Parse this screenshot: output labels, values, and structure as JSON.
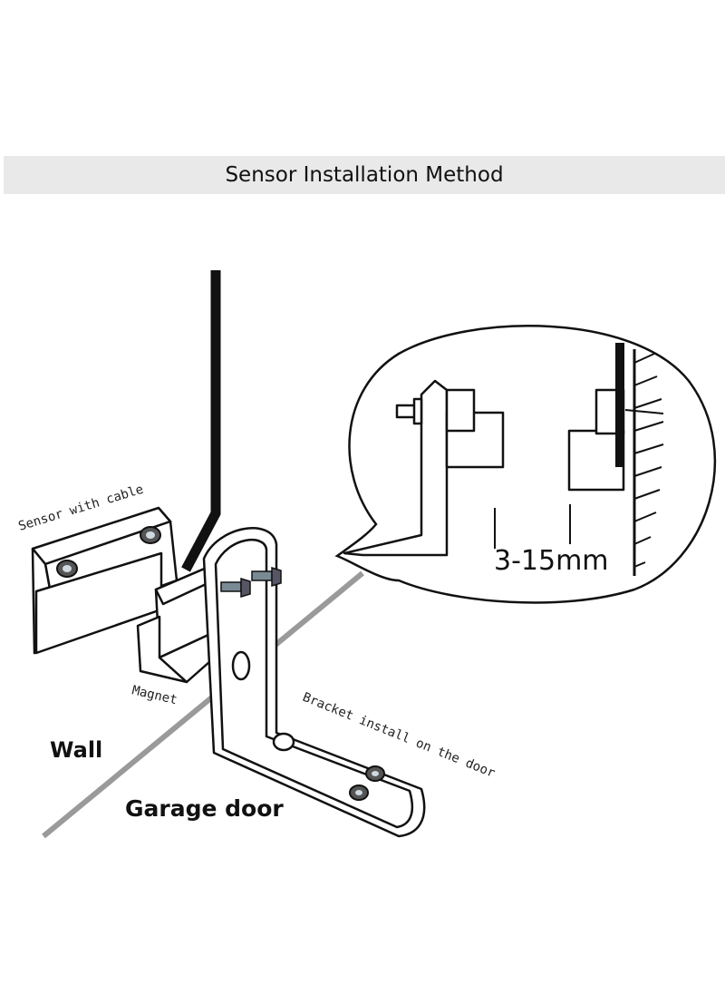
{
  "title": "Sensor Installation Method",
  "labels": {
    "sensor": "Sensor with cable",
    "magnet": "Magnet",
    "bracket": "Bracket install on the door",
    "wall": "Wall",
    "garage_door": "Garage door",
    "gap": "3-15mm"
  }
}
